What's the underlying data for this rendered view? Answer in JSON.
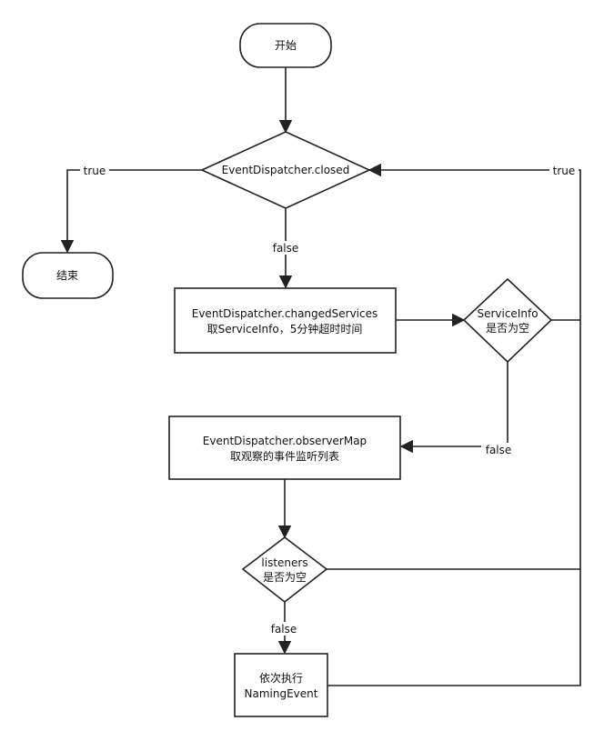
{
  "diagram": {
    "nodes": {
      "start": {
        "lines": [
          "开始"
        ]
      },
      "closed_check": {
        "lines": [
          "EventDispatcher.closed"
        ]
      },
      "end": {
        "lines": [
          "结束"
        ]
      },
      "changed_services": {
        "lines": [
          "EventDispatcher.changedServices",
          "取ServiceInfo，5分钟超时时间"
        ]
      },
      "serviceinfo_check": {
        "lines": [
          "ServiceInfo",
          "是否为空"
        ]
      },
      "observer_map": {
        "lines": [
          "EventDispatcher.observerMap",
          "取观察的事件监听列表"
        ]
      },
      "listeners_check": {
        "lines": [
          "listeners",
          "是否为空"
        ]
      },
      "execute": {
        "lines": [
          "依次执行",
          "NamingEvent"
        ]
      }
    },
    "edge_labels": {
      "closed_true": "true",
      "closed_false": "false",
      "loop_true": "true",
      "serviceinfo_false": "false",
      "listeners_false": "false"
    }
  }
}
